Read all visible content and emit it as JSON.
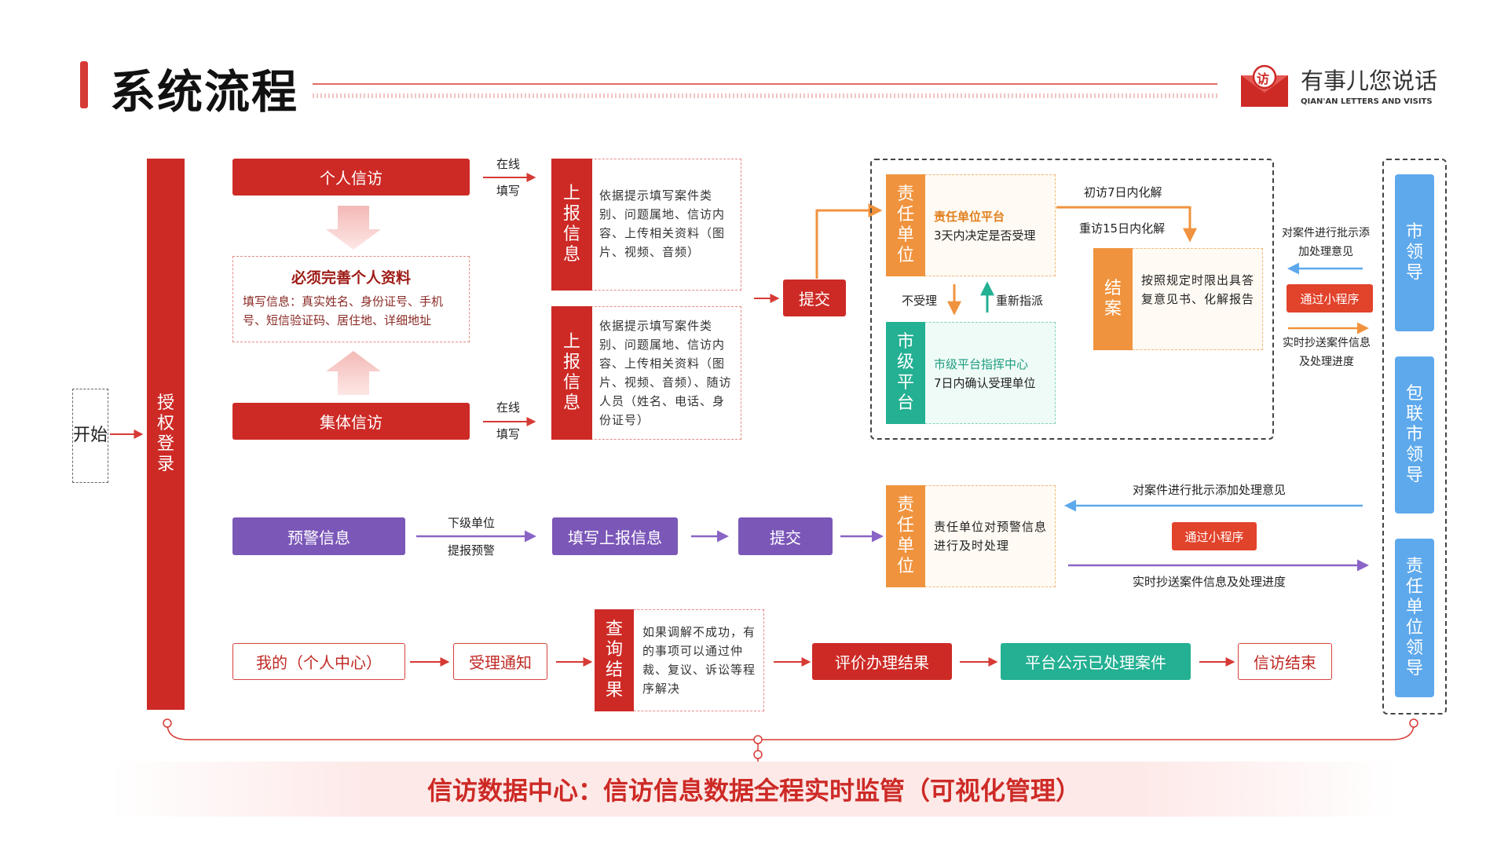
{
  "header": {
    "title": "系统流程",
    "brand_name": "有事儿您说话",
    "brand_sub": "QIAN'AN LETTERS AND VISITS",
    "brand_logo_char": "访"
  },
  "colors": {
    "red": "#cd2a26",
    "purple": "#7b57b8",
    "orange": "#f0933e",
    "teal": "#24b092",
    "blue": "#5ea9ec"
  },
  "start": "开始",
  "auth": "授权登录",
  "personal": "个人信访",
  "collective": "集体信访",
  "online1": "在线",
  "fill1": "填写",
  "online2": "在线",
  "fill2": "填写",
  "profile": {
    "title": "必须完善个人资料",
    "detail": "填写信息：真实姓名、身份证号、手机号、短信验证码、居住地、详细地址"
  },
  "report1": {
    "label": "上报信息",
    "detail": "依据提示填写案件类别、问题属地、信访内容、上传相关资料（图片、视频、音频）"
  },
  "report2": {
    "label": "上报信息",
    "detail": "依据提示填写案件类别、问题属地、信访内容、上传相关资料（图片、视频、音频）、随访人员（姓名、电话、身份证号）"
  },
  "submit1": "提交",
  "resp_unit": {
    "label": "责任单位",
    "title": "责任单位平台",
    "detail": "3天内决定是否受理"
  },
  "not_accept": "不受理",
  "reassign": "重新指派",
  "city_platform": {
    "label": "市级平台",
    "title": "市级平台指挥中心",
    "detail": "7日内确认受理单位"
  },
  "first_visit": "初访7日内化解",
  "re_visit": "重访15日内化解",
  "closing": {
    "label": "结案",
    "detail": "按照规定时限出具答复意见书、化解报告"
  },
  "leader_side": {
    "instruct": "对案件进行批示添加处理意见",
    "miniprogram": "通过小程序",
    "cc": "实时抄送案件信息及处理进度"
  },
  "leaders": [
    "市领导",
    "包联市领导",
    "责任单位领导"
  ],
  "warning": {
    "label": "预警信息",
    "arrow_top": "下级单位",
    "arrow_bottom": "提报预警",
    "fill": "填写上报信息",
    "submit": "提交",
    "unit_label": "责任单位",
    "unit_detail": "责任单位对预警信息进行及时处理",
    "instruct": "对案件进行批示添加处理意见",
    "miniprogram": "通过小程序",
    "cc": "实时抄送案件信息及处理进度"
  },
  "bottom_flow": {
    "mine": "我的（个人中心）",
    "notice": "受理通知",
    "query_label": "查询结果",
    "query_detail": "如果调解不成功，有的事项可以通过仲裁、复议、诉讼等程序解决",
    "evaluate": "评价办理结果",
    "publish": "平台公示已处理案件",
    "end": "信访结束"
  },
  "footer": "信访数据中心：信访信息数据全程实时监管（可视化管理）"
}
